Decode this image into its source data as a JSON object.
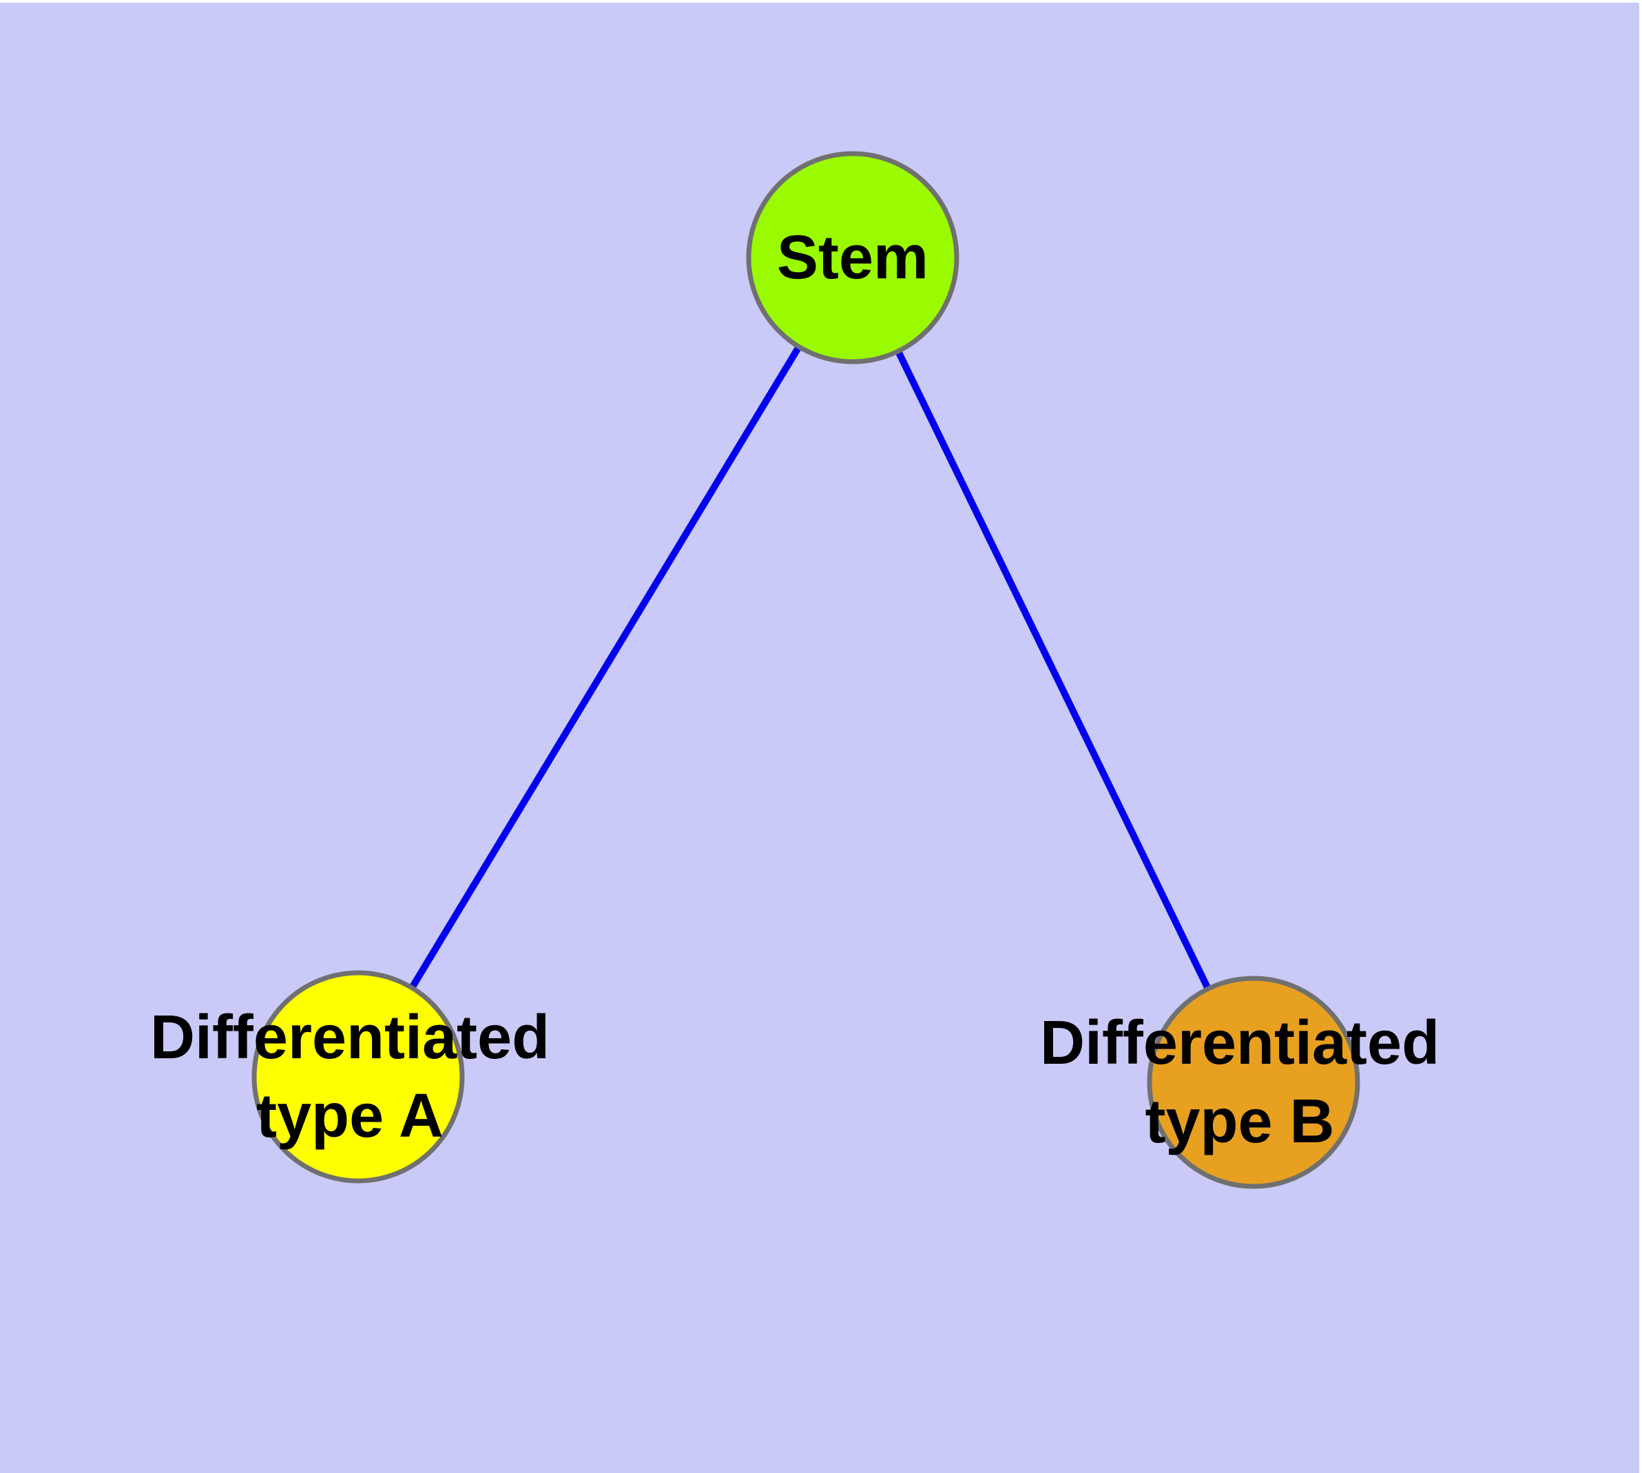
{
  "diagram": {
    "type": "graph",
    "title": "",
    "nodes": [
      {
        "id": "stem",
        "label": "Stem",
        "fill": "#9AFB00"
      },
      {
        "id": "differentiated-type-a",
        "label": "Differentiated type A",
        "line1": "Differentiated",
        "line2": "type A",
        "fill": "#FFFF00"
      },
      {
        "id": "differentiated-type-b",
        "label": "Differentiated type B",
        "line1": "Differentiated",
        "line2": "type B",
        "fill": "#E8A020"
      }
    ],
    "edges": [
      {
        "from": "stem",
        "to": "differentiated-type-a"
      },
      {
        "from": "stem",
        "to": "differentiated-type-b"
      }
    ],
    "colors": {
      "background": "#CACAF8",
      "page_margin": "#FFFFFF",
      "edge": "#0000EE",
      "node_border": "#707070",
      "label_text": "#000000"
    }
  }
}
